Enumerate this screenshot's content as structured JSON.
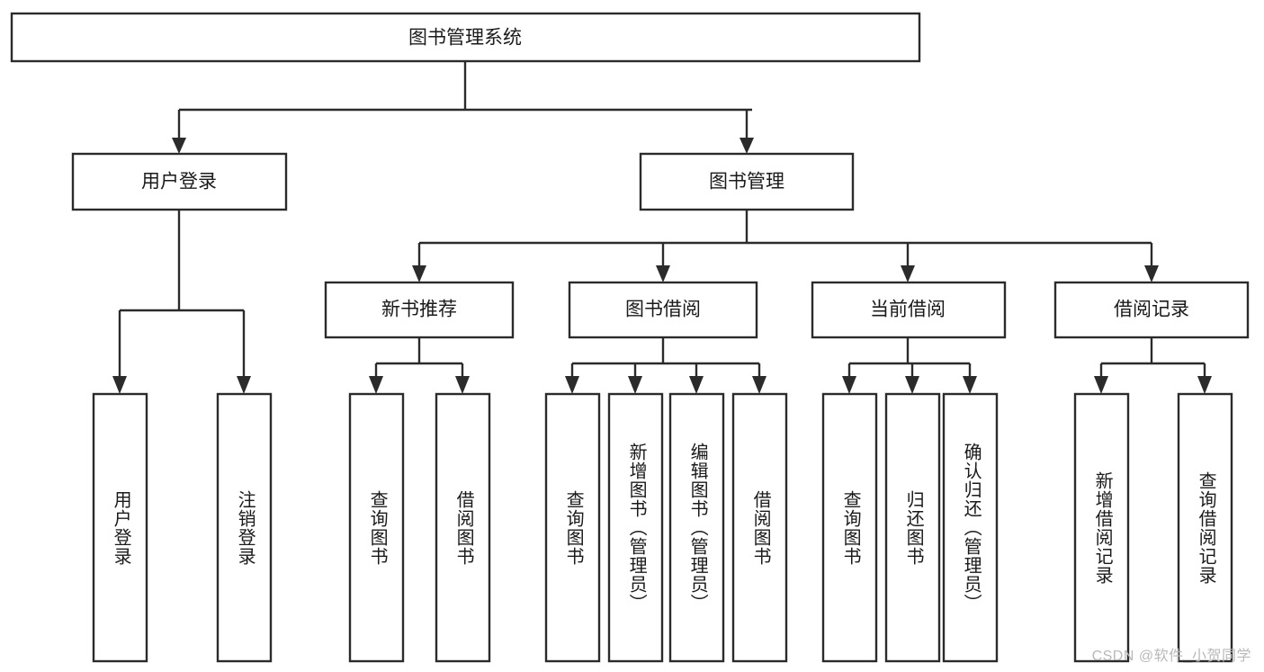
{
  "diagram": {
    "type": "tree",
    "title": "图书管理系统",
    "orientation": "top-down",
    "colors": {
      "box_stroke": "#2b2b2b",
      "box_fill": "#ffffff",
      "connector": "#2b2b2b",
      "text": "#1a1a1a",
      "watermark": "#b9b9b9",
      "background": "#ffffff"
    },
    "watermark": "CSDN @软件_小贺同学",
    "root": {
      "label": "图书管理系统"
    },
    "level2": [
      {
        "label": "用户登录"
      },
      {
        "label": "图书管理"
      }
    ],
    "level3": [
      {
        "label": "新书推荐"
      },
      {
        "label": "图书借阅"
      },
      {
        "label": "当前借阅"
      },
      {
        "label": "借阅记录"
      }
    ],
    "leaves": {
      "user_login": [
        {
          "label": "用户登录"
        },
        {
          "label": "注销登录"
        }
      ],
      "new_book_recommend": [
        {
          "label": "查询图书"
        },
        {
          "label": "借阅图书"
        }
      ],
      "book_borrow": [
        {
          "label": "查询图书"
        },
        {
          "label": "新增图书（管理员）"
        },
        {
          "label": "编辑图书（管理员）"
        },
        {
          "label": "借阅图书"
        }
      ],
      "current_borrow": [
        {
          "label": "查询图书"
        },
        {
          "label": "归还图书"
        },
        {
          "label": "确认归还（管理员）"
        }
      ],
      "borrow_records": [
        {
          "label": "新增借阅记录"
        },
        {
          "label": "查询借阅记录"
        }
      ]
    }
  }
}
